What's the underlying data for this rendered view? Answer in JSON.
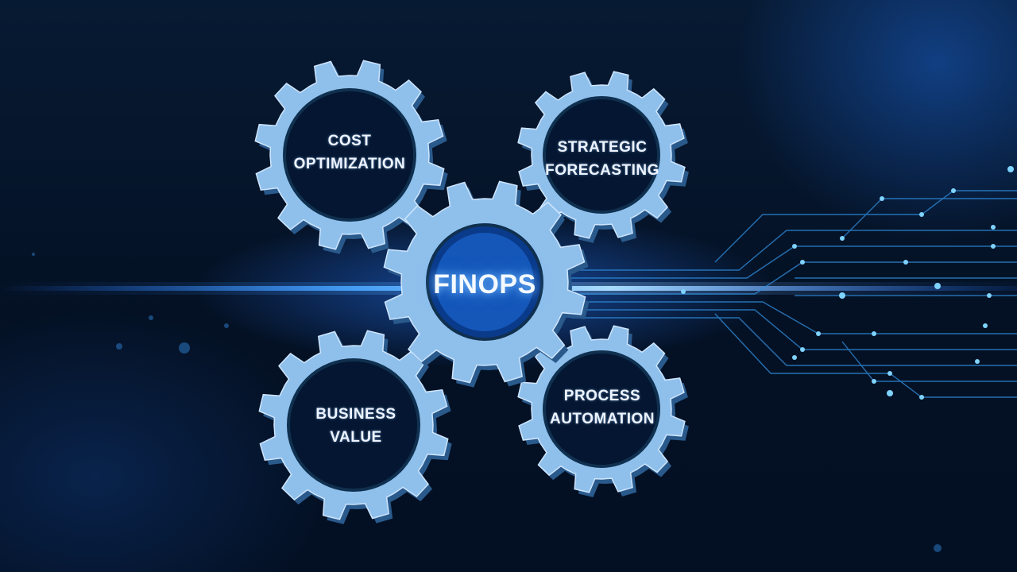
{
  "scene": {
    "gears": [
      {
        "id": "cost",
        "lines": [
          "COST",
          "OPTIMIZATION"
        ]
      },
      {
        "id": "strategic",
        "lines": [
          "STRATEGIC",
          "FORECASTING"
        ]
      },
      {
        "id": "finops",
        "lines": [
          "FINOPS"
        ]
      },
      {
        "id": "business",
        "lines": [
          "BUSINESS",
          "VALUE"
        ]
      },
      {
        "id": "process",
        "lines": [
          "PROCESS",
          "AUTOMATION"
        ]
      }
    ]
  },
  "colors": {
    "background": "#05101f",
    "gear_fill": "#8fc0ec",
    "gear_face": "#041631",
    "glow": "#2f8cff",
    "circuit": "#3aa8ff"
  }
}
